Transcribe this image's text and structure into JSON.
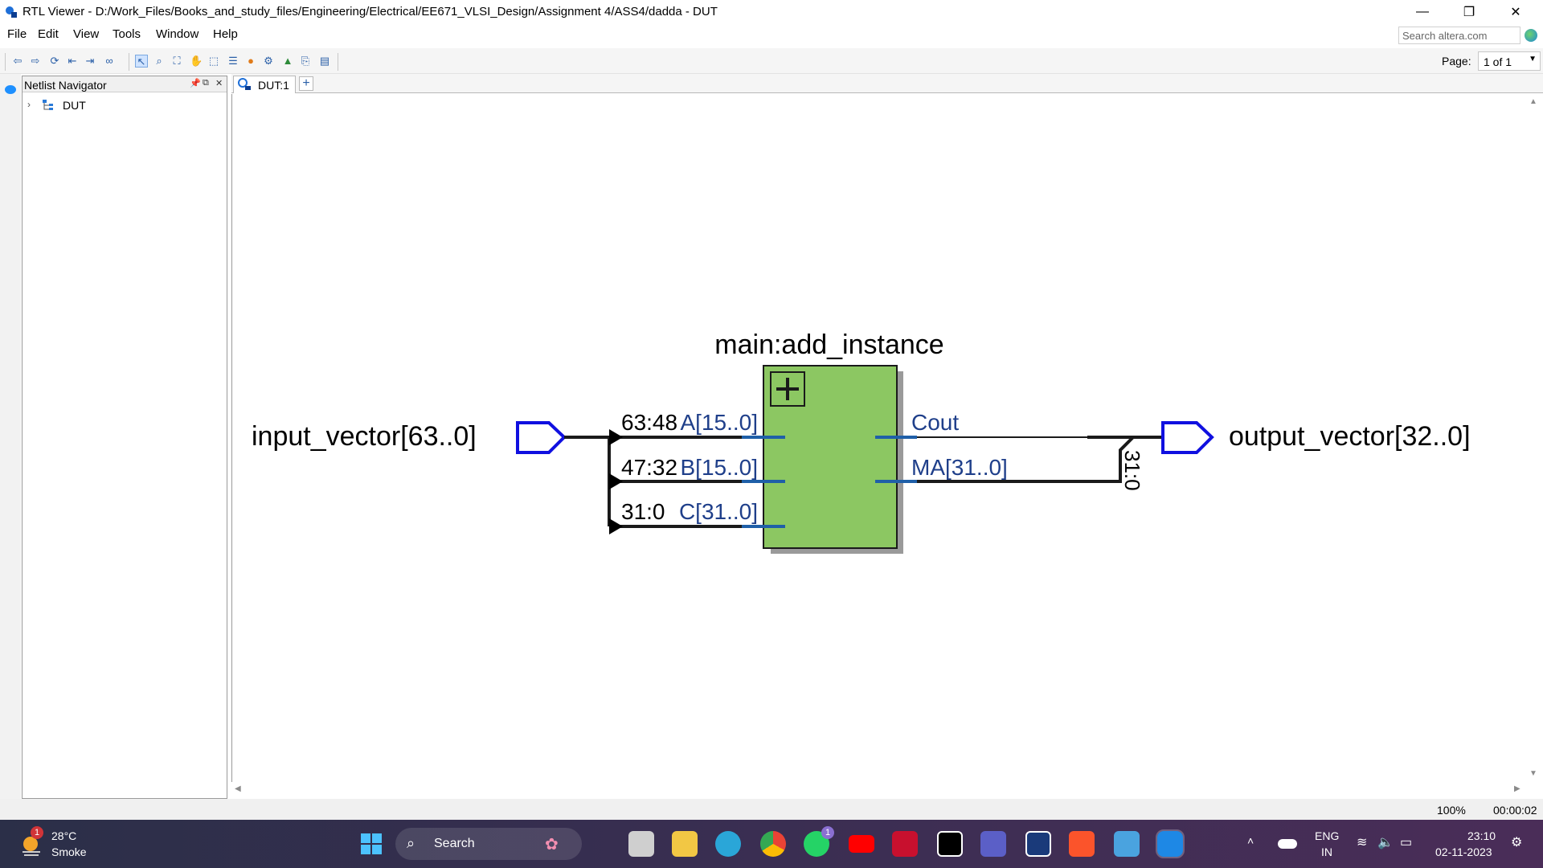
{
  "window": {
    "title": "RTL Viewer - D:/Work_Files/Books_and_study_files/Engineering/Electrical/EE671_VLSI_Design/Assignment 4/ASS4/dadda - DUT",
    "minimize": "—",
    "restore": "❐",
    "close": "✕"
  },
  "menu": {
    "items": [
      "File",
      "Edit",
      "View",
      "Tools",
      "Window",
      "Help"
    ],
    "search_placeholder": "Search altera.com"
  },
  "toolbar": {
    "page_label": "Page:",
    "page_value": "1 of 1"
  },
  "navigator": {
    "title": "Netlist Navigator",
    "tree": [
      {
        "label": "DUT",
        "expanded": false
      }
    ]
  },
  "tabs": {
    "items": [
      {
        "label": "DUT:1"
      }
    ],
    "add_label": "+"
  },
  "schematic": {
    "instance_label": "main:add_instance",
    "input_port": "input_vector[63..0]",
    "output_port": "output_vector[32..0]",
    "input_pins": [
      "A[15..0]",
      "B[15..0]",
      "C[31..0]"
    ],
    "bit_slices": [
      "63:48",
      "47:32",
      "31:0"
    ],
    "output_pins": [
      "Cout",
      "MA[31..0]"
    ],
    "output_slice": "31:0",
    "colors": {
      "block_fill": "#8cc762",
      "port_stroke": "#1010e0",
      "pin_text": "#1f3f8a",
      "wire": "#1a1a1a",
      "pin_stub": "#1f5fa8"
    }
  },
  "status": {
    "zoom": "100%",
    "elapsed": "00:00:02"
  },
  "taskbar": {
    "weather_temp": "28°C",
    "weather_desc": "Smoke",
    "weather_badge": "1",
    "search_label": "Search",
    "whatsapp_badge": "1",
    "lang_top": "ENG",
    "lang_bottom": "IN",
    "time": "23:10",
    "date": "02-11-2023"
  }
}
